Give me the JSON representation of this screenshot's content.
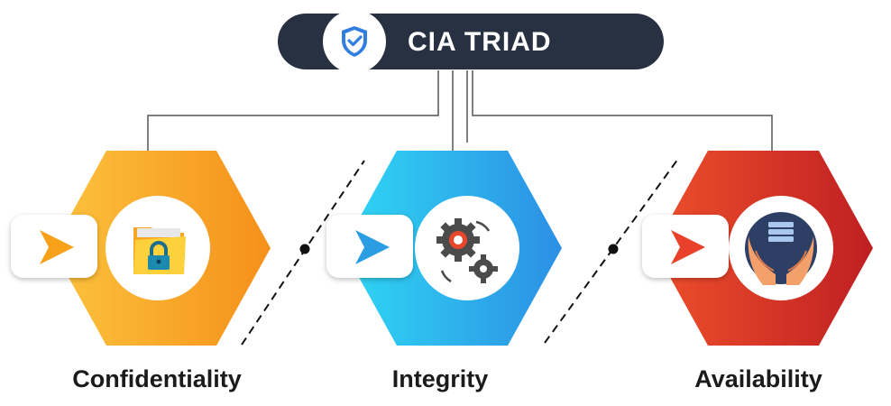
{
  "header": {
    "title": "CIA TRIAD",
    "icon": "shield-check-icon"
  },
  "pillars": [
    {
      "label": "Confidentiality",
      "icon": "locked-folder-icon",
      "colors": {
        "light": "#fcc33d",
        "dark": "#f5901b"
      }
    },
    {
      "label": "Integrity",
      "icon": "gears-icon",
      "colors": {
        "light": "#2fd7f4",
        "dark": "#2c8fe4"
      }
    },
    {
      "label": "Availability",
      "icon": "hands-server-icon",
      "colors": {
        "light": "#ee4f2b",
        "dark": "#bf1f22"
      }
    }
  ],
  "colors": {
    "header_bg": "#283142",
    "connector": "#555555",
    "arrow_orange": "#f7a11a",
    "arrow_blue": "#2b9de3",
    "arrow_red": "#e8402b"
  }
}
